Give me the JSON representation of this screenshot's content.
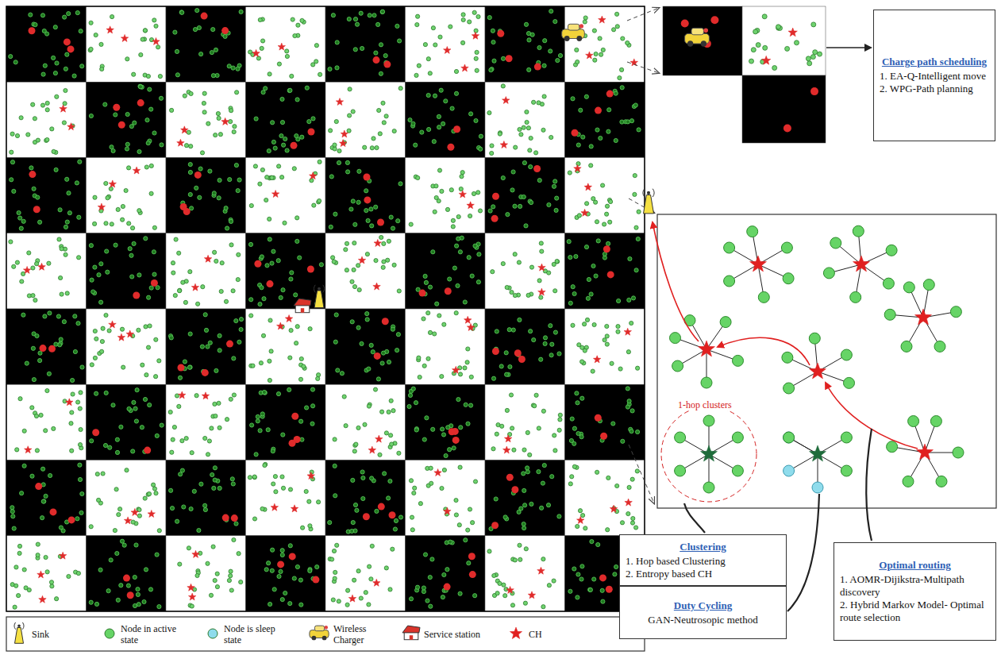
{
  "diagram": {
    "nodes": [
      {
        "text": [
          "Charge path scheduling",
          "1. EA-Q-Intelligent move",
          "2. WPG-Path planning"
        ]
      },
      {
        "text": [
          "Clustering",
          "1. Hop based Clustering",
          "2. Entropy based CH"
        ]
      },
      {
        "text": [
          "Duty Cycling",
          "GAN-Neutrosopic method"
        ]
      },
      {
        "text": [
          "Optimal routing",
          "1. AOMR-Dijikstra-Multipath discovery",
          "2. Hybrid Markov Model- Optimal route selection"
        ]
      }
    ],
    "labels": [
      "1-hop clusters"
    ],
    "legend": [
      {
        "text": "Sink"
      },
      {
        "text": "Node in active state",
        "color": "#66d466"
      },
      {
        "text": "Node is sleep state",
        "color": "#8fdcec"
      },
      {
        "text": "Wireless Charger"
      },
      {
        "text": "Service station"
      },
      {
        "text": "CH"
      }
    ]
  }
}
